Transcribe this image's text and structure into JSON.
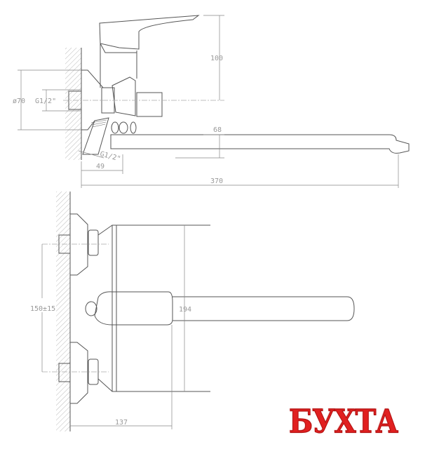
{
  "drawing": {
    "side_view": {
      "dims": {
        "height": "100",
        "spout_height": "68",
        "wall_depth": "49",
        "length": "370",
        "flange_diameter": "ø70",
        "thread_top": "G1/2\"",
        "thread_bottom": "G1/2\""
      }
    },
    "top_view": {
      "dims": {
        "spacing": "150±15",
        "plate_height": "194",
        "depth": "137"
      }
    }
  },
  "logo": {
    "text": "БУХТА",
    "color": "#e12020"
  }
}
